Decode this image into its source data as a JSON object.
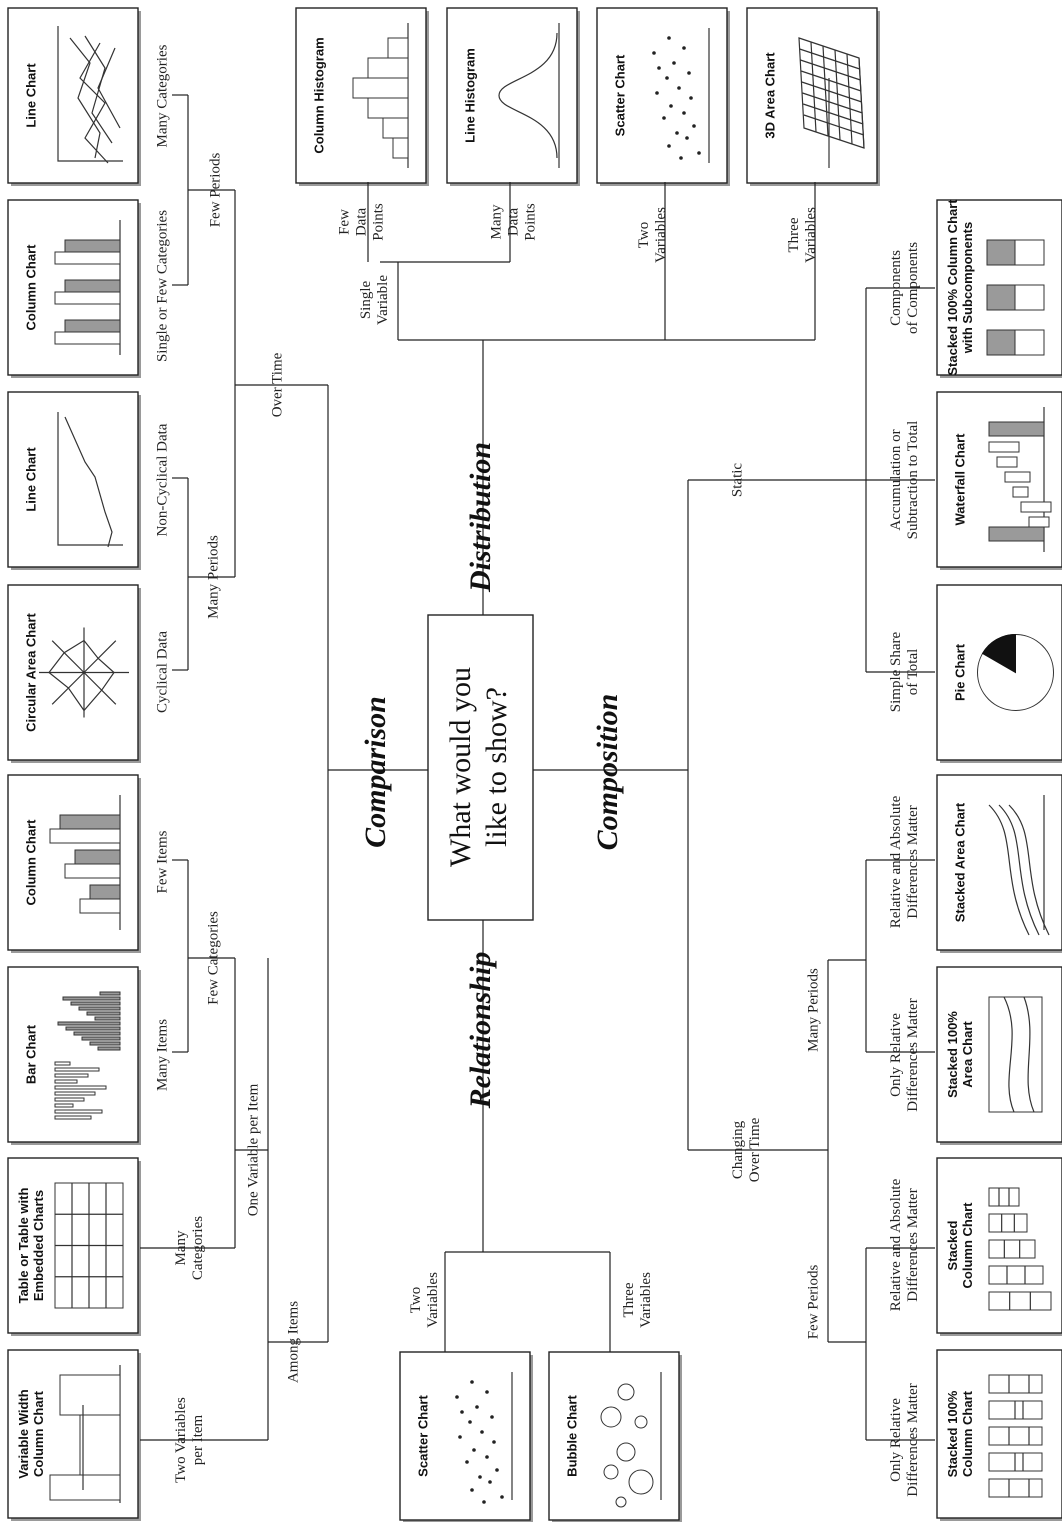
{
  "center": {
    "lines": [
      "What would you",
      "like to show?"
    ]
  },
  "categories": {
    "comparison": "Comparison",
    "distribution": "Distribution",
    "composition": "Composition",
    "relationship": "Relationship"
  },
  "comparison": {
    "over_time": "Over Time",
    "few_periods": "Few Periods",
    "many_periods": "Many Periods",
    "many_categories": "Many Categories",
    "single_or_few_categories": "Single or Few Categories",
    "non_cyclical_data": "Non-Cyclical Data",
    "cyclical_data": "Cyclical Data",
    "among_items": "Among Items",
    "one_variable_per_item": "One Variable per Item",
    "few_categories": "Few Categories",
    "few_items": "Few Items",
    "many_items": "Many Items",
    "many_categories_split": [
      "Many",
      "Categories"
    ],
    "two_variables_per_item": [
      "Two Variables",
      "per Item"
    ]
  },
  "distribution": {
    "single_variable": [
      "Single",
      "Variable"
    ],
    "few_data_points": [
      "Few",
      "Data",
      "Points"
    ],
    "many_data_points": [
      "Many",
      "Data",
      "Points"
    ],
    "two_variables": [
      "Two",
      "Variables"
    ],
    "three_variables": [
      "Three",
      "Variables"
    ]
  },
  "composition": {
    "static": "Static",
    "changing_over_time": [
      "Changing",
      "Over Time"
    ],
    "components_of_components": [
      "Components",
      "of Components"
    ],
    "accumulation": [
      "Accumulation or",
      "Subtraction to Total"
    ],
    "simple_share": [
      "Simple Share",
      "of Total"
    ],
    "many_periods": "Many Periods",
    "few_periods": "Few Periods",
    "rel_abs_1": [
      "Relative and Absolute",
      "Differences Matter"
    ],
    "only_rel_1": [
      "Only Relative",
      "Differences Matter"
    ],
    "rel_abs_2": [
      "Relative and Absolute",
      "Differences Matter"
    ],
    "only_rel_2": [
      "Only Relative",
      "Differences Matter"
    ]
  },
  "relationship": {
    "two_variables": [
      "Two",
      "Variables"
    ],
    "three_variables": [
      "Three",
      "Variables"
    ]
  },
  "cards": {
    "line_many": [
      "Line Chart"
    ],
    "column_few_cat": [
      "Column Chart"
    ],
    "line_noncyc": [
      "Line Chart"
    ],
    "circular_area": [
      "Circular Area Chart"
    ],
    "column_few_items": [
      "Column Chart"
    ],
    "bar_chart": [
      "Bar Chart"
    ],
    "table_embedded": [
      "Table or Table with",
      "Embedded Charts"
    ],
    "variable_width": [
      "Variable Width",
      "Column Chart"
    ],
    "column_histogram": [
      "Column Histogram"
    ],
    "line_histogram": [
      "Line Histogram"
    ],
    "scatter_dist": [
      "Scatter Chart"
    ],
    "area_3d": [
      "3D Area Chart"
    ],
    "stacked100_sub": [
      "Stacked 100% Column Chart",
      "with Subcomponents"
    ],
    "waterfall": [
      "Waterfall Chart"
    ],
    "pie": [
      "Pie Chart"
    ],
    "stacked_area": [
      "Stacked Area Chart"
    ],
    "stacked100_area": [
      "Stacked 100%",
      "Area Chart"
    ],
    "stacked_column": [
      "Stacked",
      "Column Chart"
    ],
    "stacked100_column": [
      "Stacked 100%",
      "Column Chart"
    ],
    "scatter_rel": [
      "Scatter Chart"
    ],
    "bubble": [
      "Bubble Chart"
    ]
  }
}
